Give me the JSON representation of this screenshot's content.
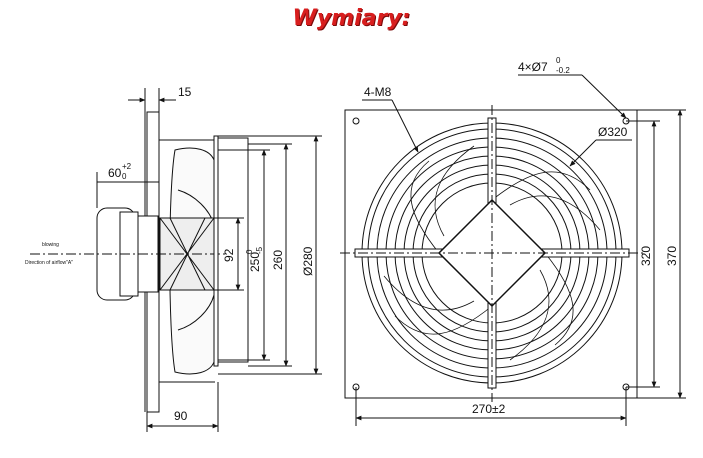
{
  "title": "Wymiary:",
  "side_view": {
    "dim_15": "15",
    "dim_60": "60",
    "dim_60_tol_up": "+2",
    "dim_60_tol_dn": "0",
    "dim_90": "90",
    "dim_92": "92",
    "dim_250": "250",
    "dim_250_tol_up": "0",
    "dim_250_tol_dn": "-5",
    "dim_260": "260",
    "dim_280": "Ø280",
    "label_blowing": "blowing",
    "label_direction": "Direction of airflow\"A\""
  },
  "front_view": {
    "label_4m8": "4-M8",
    "label_holes": "4×Ø7",
    "label_holes_tol_up": "0",
    "label_holes_tol_dn": "-0.2",
    "label_d320": "Ø320",
    "dim_320": "320",
    "dim_370": "370",
    "dim_270": "270±2"
  }
}
